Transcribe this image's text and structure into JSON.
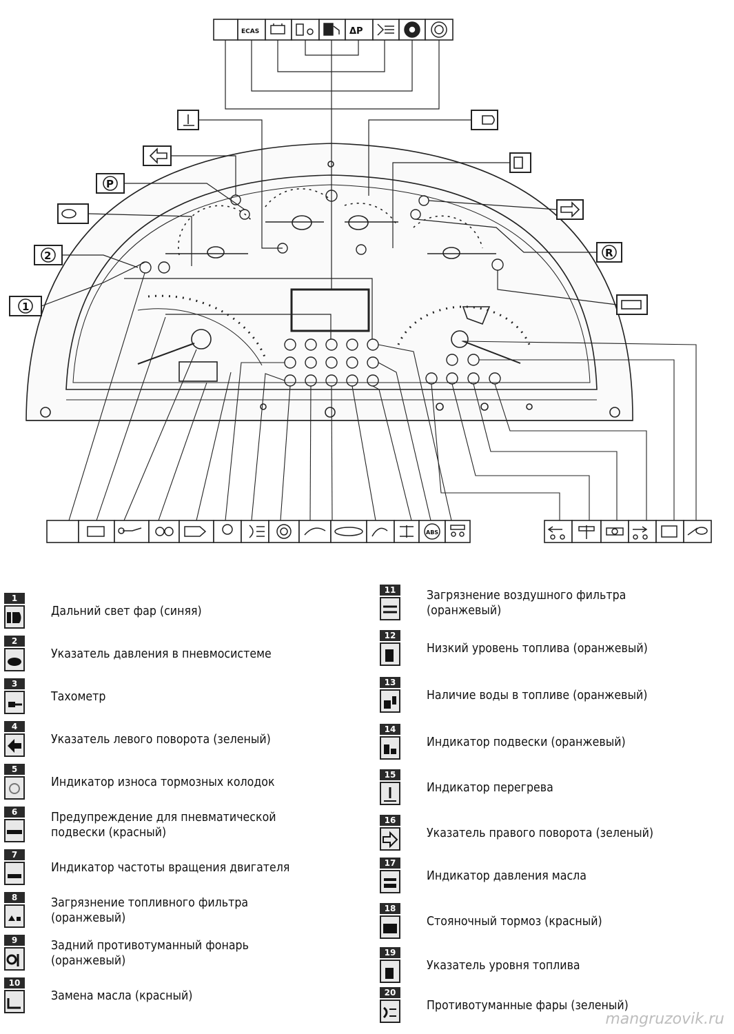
{
  "diagram": {
    "top_icons": [
      {
        "name": "blank-icon",
        "label": ""
      },
      {
        "name": "ecas-icon",
        "label": "ECAS"
      },
      {
        "name": "battery-icon",
        "label": ""
      },
      {
        "name": "fuel-water-icon",
        "label": ""
      },
      {
        "name": "fuel-pump-icon",
        "label": ""
      },
      {
        "name": "delta-p-icon",
        "label": "ΔP"
      },
      {
        "name": "rear-fog-icon",
        "label": ""
      },
      {
        "name": "brake-wear-icon",
        "label": ""
      },
      {
        "name": "abs-icon",
        "label": ""
      }
    ],
    "bottom_left_icons": [
      "retarder-icon",
      "battery-icon",
      "oil-pressure-icon",
      "glow-plug-icon",
      "engine-icon",
      "pneumatic-icon",
      "fog-light-icon",
      "brake-warning-icon",
      "water-temperature-icon",
      "cab-icon",
      "steering-icon",
      "rear-fog-icon",
      "abs-icon",
      "trailer-icon"
    ],
    "bottom_right_icons": [
      "trailer-left-turn-icon",
      "axle-lift-icon",
      "diff-lock-icon",
      "trailer-right-turn-icon",
      "cargo-icon",
      "key-icon"
    ],
    "side_labels": {
      "circuit_1": "1",
      "circuit_2": "2",
      "parking_p": "P",
      "retarder_r": "R"
    }
  },
  "legend_left": [
    {
      "num": "1",
      "text": "Дальний свет фар (синяя)"
    },
    {
      "num": "2",
      "text": "Указатель давления в пневмосистеме"
    },
    {
      "num": "3",
      "text": "Тахометр"
    },
    {
      "num": "4",
      "text": "Указатель левого поворота (зеленый)"
    },
    {
      "num": "5",
      "text": "Индикатор износа тормозных колодок"
    },
    {
      "num": "6",
      "text": "Предупреждение для пневматической\nподвески (красный)"
    },
    {
      "num": "7",
      "text": "Индикатор частоты вращения двигателя"
    },
    {
      "num": "8",
      "text": "Загрязнение топливного фильтра (оранжевый)"
    },
    {
      "num": "9",
      "text": "Задний противотуманный фонарь\n(оранжевый)"
    },
    {
      "num": "10",
      "text": "Замена масла (красный)"
    }
  ],
  "legend_right": [
    {
      "num": "11",
      "text": "Загрязнение воздушного фильтра (оранжевый)"
    },
    {
      "num": "12",
      "text": "Низкий уровень топлива (оранжевый)"
    },
    {
      "num": "13",
      "text": "Наличие воды в топливе (оранжевый)"
    },
    {
      "num": "14",
      "text": "Индикатор подвески (оранжевый)"
    },
    {
      "num": "15",
      "text": "Индикатор перегрева"
    },
    {
      "num": "16",
      "text": "Указатель правого поворота (зеленый)"
    },
    {
      "num": "17",
      "text": "Индикатор давления масла"
    },
    {
      "num": "18",
      "text": "Стояночный тормоз (красный)"
    },
    {
      "num": "19",
      "text": "Указатель уровня топлива"
    },
    {
      "num": "20",
      "text": "Противотуманные фары (зеленый)"
    }
  ],
  "watermark": "mangruzovik.ru"
}
